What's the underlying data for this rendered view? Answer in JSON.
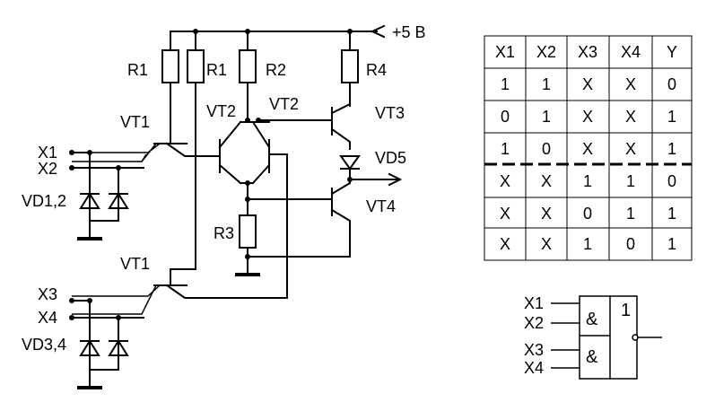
{
  "circuit": {
    "supply": "+5 В",
    "labels": {
      "r1a": "R1",
      "r1b": "R1",
      "r2": "R2",
      "r4": "R4",
      "r3": "R3",
      "vt1": "VT1",
      "vt1p": "VT1",
      "vt2": "VT2",
      "vt2p": "VT2",
      "vt3": "VT3",
      "vt4": "VT4",
      "vd5": "VD5",
      "vd12": "VD1,2",
      "vd34": "VD3,4",
      "x1": "X1",
      "x2": "X2",
      "x3": "X3",
      "x4": "X4"
    }
  },
  "truth_table": {
    "headers": [
      "X1",
      "X2",
      "X3",
      "X4",
      "Y"
    ],
    "rows": [
      [
        "1",
        "1",
        "X",
        "X",
        "0"
      ],
      [
        "0",
        "1",
        "X",
        "X",
        "1"
      ],
      [
        "1",
        "0",
        "X",
        "X",
        "1"
      ],
      [
        "X",
        "X",
        "1",
        "1",
        "0"
      ],
      [
        "X",
        "X",
        "0",
        "1",
        "1"
      ],
      [
        "X",
        "X",
        "1",
        "0",
        "1"
      ]
    ]
  },
  "logic_symbol": {
    "inputs": [
      "X1",
      "X2",
      "X3",
      "X4"
    ],
    "and_label": "&",
    "or_label": "1"
  }
}
